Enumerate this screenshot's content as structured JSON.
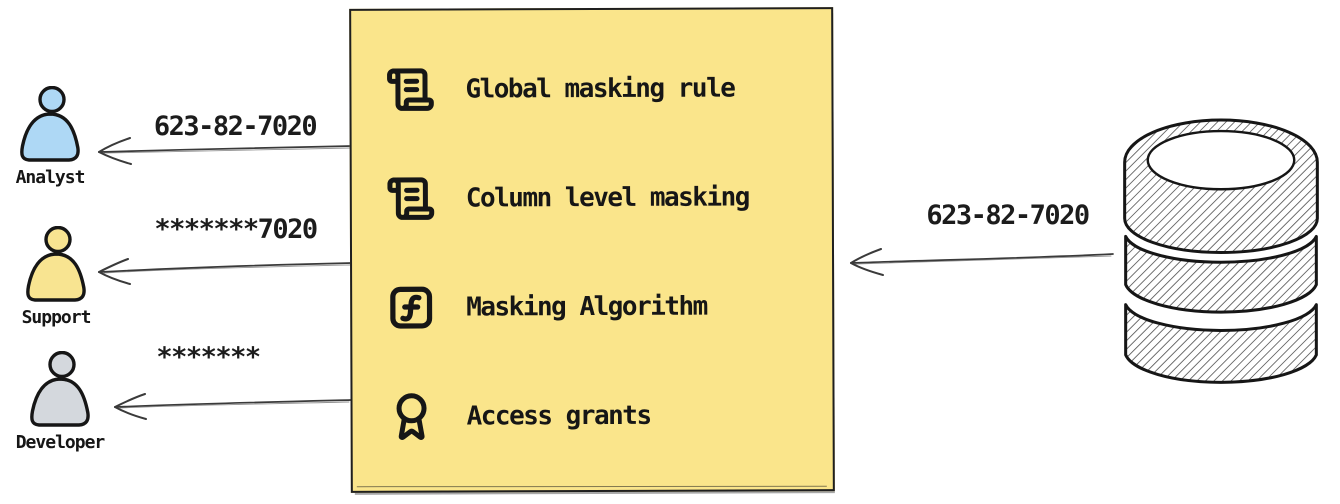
{
  "diagram": {
    "description": "Data masking flow diagram",
    "background": "#ffffff"
  },
  "colors": {
    "box_fill": "#FAE58B",
    "box_border": "#1f1f1f",
    "text": "#161616",
    "arrow": "#3a3a3a",
    "analyst_fill": "#AED8F5",
    "support_fill": "#F8E491",
    "developer_fill": "#D4D8DD",
    "db_hatch": "#5a5a5a"
  },
  "personas": [
    {
      "id": "analyst",
      "label": "Analyst",
      "fill": "#AED8F5",
      "received_value": "623-82-7020"
    },
    {
      "id": "support",
      "label": "Support",
      "fill": "#F8E491",
      "received_value": "*******7020"
    },
    {
      "id": "developer",
      "label": "Developer",
      "fill": "#D4D8DD",
      "received_value": "*******"
    }
  ],
  "masking_box": {
    "items": [
      {
        "icon": "scroll-text-icon",
        "label": "Global masking rule"
      },
      {
        "icon": "scroll-text-icon",
        "label": "Column level masking"
      },
      {
        "icon": "function-square-icon",
        "label": "Masking Algorithm"
      },
      {
        "icon": "award-icon",
        "label": "Access grants"
      }
    ]
  },
  "database": {
    "icon": "database-icon",
    "source_value": "623-82-7020"
  }
}
